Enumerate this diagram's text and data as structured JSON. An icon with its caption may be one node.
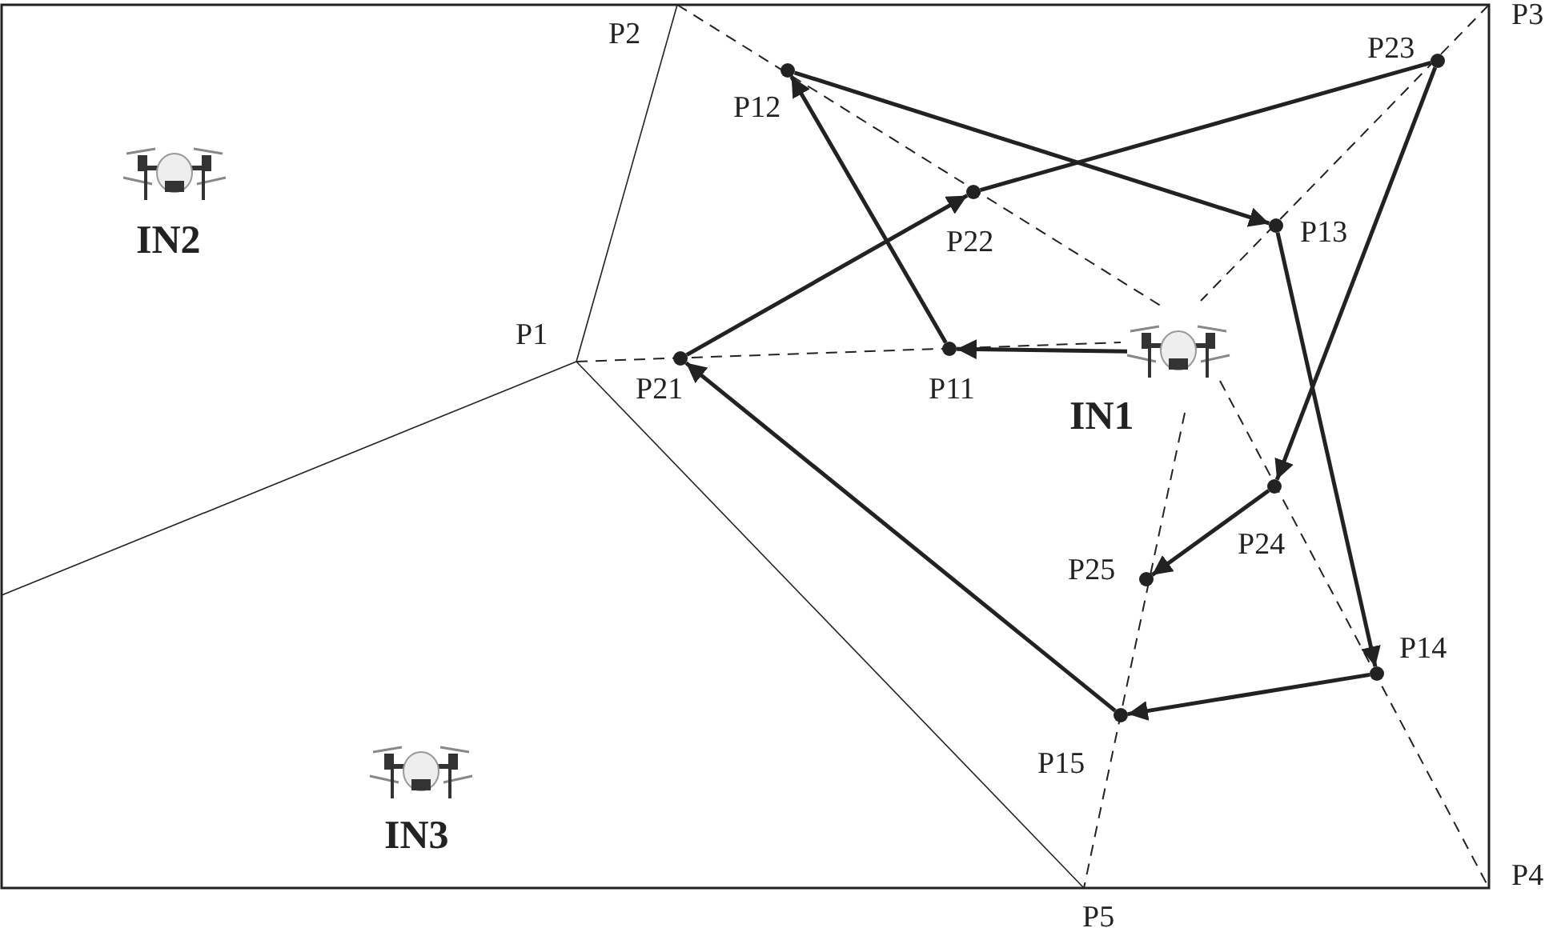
{
  "diagram": {
    "nodes": [
      {
        "text": [],
        "shape": "picture",
        "beside": [
          "IN1"
        ]
      },
      {
        "text": [],
        "shape": "circle",
        "beside": [
          "P11"
        ]
      },
      {
        "text": [],
        "shape": "circle",
        "beside": [
          "P12"
        ]
      },
      {
        "text": [],
        "shape": "circle",
        "beside": [
          "P13"
        ]
      },
      {
        "text": [],
        "shape": "circle",
        "beside": [
          "P14"
        ]
      },
      {
        "text": [],
        "shape": "circle",
        "beside": [
          "P15"
        ]
      },
      {
        "text": [],
        "shape": "circle",
        "beside": [
          "P21"
        ]
      },
      {
        "text": [],
        "shape": "circle",
        "beside": [
          "P22"
        ]
      },
      {
        "text": [],
        "shape": "circle",
        "beside": [
          "P23"
        ]
      },
      {
        "text": [],
        "shape": "circle",
        "beside": [
          "P24"
        ]
      },
      {
        "text": [],
        "shape": "circle",
        "beside": [
          "P25"
        ]
      }
    ],
    "edges": [
      {
        "from": 0,
        "to": 1,
        "arrow": "to"
      },
      {
        "from": 1,
        "to": 2,
        "arrow": "to"
      },
      {
        "from": 2,
        "to": 3,
        "arrow": "to"
      },
      {
        "from": 3,
        "to": 4,
        "arrow": "to"
      },
      {
        "from": 4,
        "to": 5,
        "arrow": "to"
      },
      {
        "from": 5,
        "to": 6,
        "arrow": "to"
      },
      {
        "from": 6,
        "to": 7,
        "arrow": "to"
      },
      {
        "from": 7,
        "to": 8,
        "arrow": "none"
      },
      {
        "from": 8,
        "to": 9,
        "arrow": "to"
      },
      {
        "from": 9,
        "to": 10,
        "arrow": "to"
      }
    ],
    "labels": [
      "P3",
      "P2",
      "IN2",
      "P1",
      "IN3",
      "P4",
      "P5"
    ]
  }
}
